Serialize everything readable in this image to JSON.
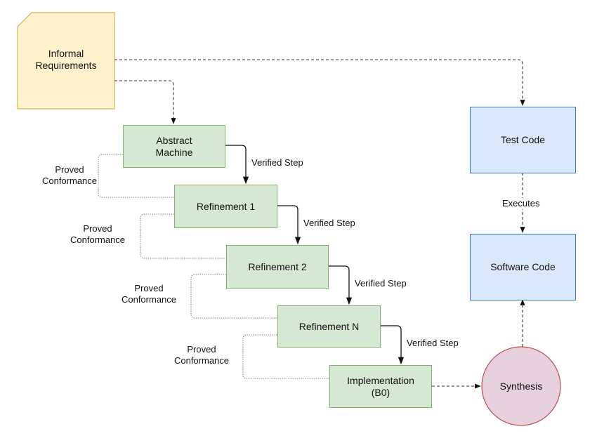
{
  "nodes": {
    "informal_requirements": {
      "line1": "Informal",
      "line2": "Requirements"
    },
    "abstract_machine": {
      "line1": "Abstract",
      "line2": "Machine"
    },
    "refinement_1": {
      "label": "Refinement 1"
    },
    "refinement_2": {
      "label": "Refinement 2"
    },
    "refinement_n": {
      "label": "Refinement N"
    },
    "implementation": {
      "line1": "Implementation",
      "line2": "(B0)"
    },
    "test_code": {
      "label": "Test Code"
    },
    "software_code": {
      "label": "Software Code"
    },
    "synthesis": {
      "label": "Synthesis"
    }
  },
  "edge_labels": {
    "verified_step": "Verified Step",
    "proved": "Proved",
    "conformance": "Conformance",
    "executes": "Executes"
  },
  "colors": {
    "requirements_fill": "#fff2cc",
    "requirements_stroke": "#d6b656",
    "refinement_fill": "#d5e8d4",
    "refinement_stroke": "#82b366",
    "code_fill": "#dae8fc",
    "code_stroke": "#3f76c3",
    "synthesis_fill": "#e6d0de",
    "synthesis_stroke": "#b85450"
  }
}
